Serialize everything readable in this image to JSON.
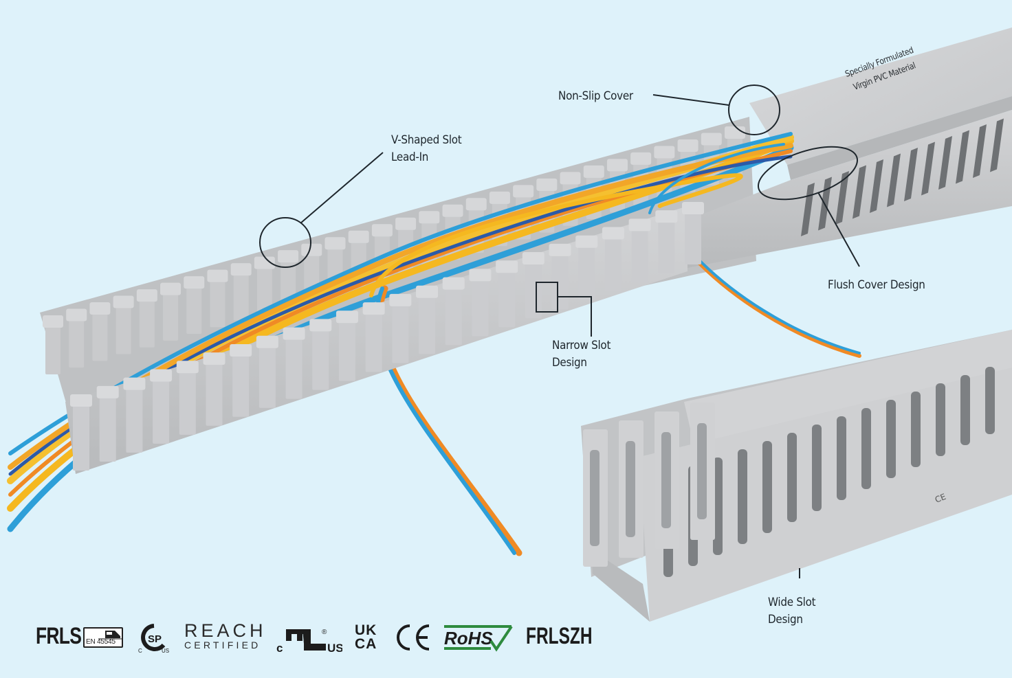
{
  "colors": {
    "background": "#def2fa",
    "duct": "#c9cacc",
    "duct_shadow": "#a9abad",
    "wire_yellow": "#f5b820",
    "wire_orange": "#f08a24",
    "wire_blue": "#2e9fd8",
    "wire_darkblue": "#2c5aa8",
    "callout_line": "#1e262c",
    "rohs_green": "#2e8b3e"
  },
  "callouts": {
    "non_slip_cover": "Non-Slip Cover",
    "v_shaped_slot_line1": "V-Shaped Slot",
    "v_shaped_slot_line2": "Lead-In",
    "flush_cover": "Flush Cover Design",
    "narrow_slot_line1": "Narrow Slot",
    "narrow_slot_line2": "Design",
    "wide_slot_line1": "Wide Slot",
    "wide_slot_line2": "Design"
  },
  "cover_print": {
    "line1": "Specially Formulated",
    "line2": "Virgin PVC Material"
  },
  "duct_marking": "CE",
  "certifications": [
    {
      "name": "FRLS",
      "label": "FRLS"
    },
    {
      "name": "EN 45545",
      "label": "EN 45545"
    },
    {
      "name": "CSA",
      "label": "SP",
      "sub_left": "C",
      "sub_right": "US"
    },
    {
      "name": "REACH",
      "label": "REACH",
      "sub": "CERTIFIED"
    },
    {
      "name": "cULus",
      "left": "c",
      "right": "US",
      "reg": "®"
    },
    {
      "name": "UKCA",
      "line1": "UK",
      "line2": "CA"
    },
    {
      "name": "CE",
      "label": "CE"
    },
    {
      "name": "RoHS",
      "label": "RoHS"
    },
    {
      "name": "FRLSZH",
      "label": "FRLSZH"
    }
  ]
}
